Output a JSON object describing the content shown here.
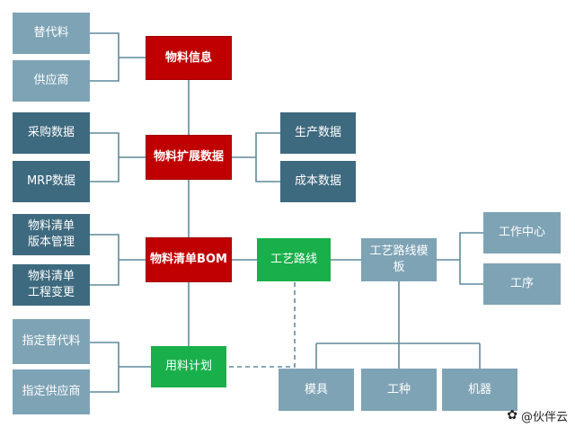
{
  "nodes": {
    "substitute_material": "替代料",
    "supplier": "供应商",
    "material_info": "物料信息",
    "purchase_data": "采购数据",
    "mrp_data": "MRP数据",
    "material_ext_data": "物料扩展数据",
    "production_data": "生产数据",
    "cost_data": "成本数据",
    "bom_version_mgmt": "物料清单\n版本管理",
    "bom_eng_change": "物料清单\n工程变更",
    "bom": "物料清单BOM",
    "routing": "工艺路线",
    "routing_template": "工艺路线模板",
    "work_center": "工作中心",
    "operation": "工序",
    "designated_substitute": "指定替代料",
    "designated_supplier": "指定供应商",
    "material_plan": "用料计划",
    "mold": "模具",
    "work_type": "工种",
    "machine": "机器"
  },
  "watermark": {
    "icon": "paw-icon",
    "text": "@伙伴云"
  },
  "colors": {
    "light_box": "#7ea3b5",
    "dark_box": "#3e6a7f",
    "core_red": "#c00000",
    "process_green": "#19b04b",
    "connector": "#5f8a9b"
  }
}
